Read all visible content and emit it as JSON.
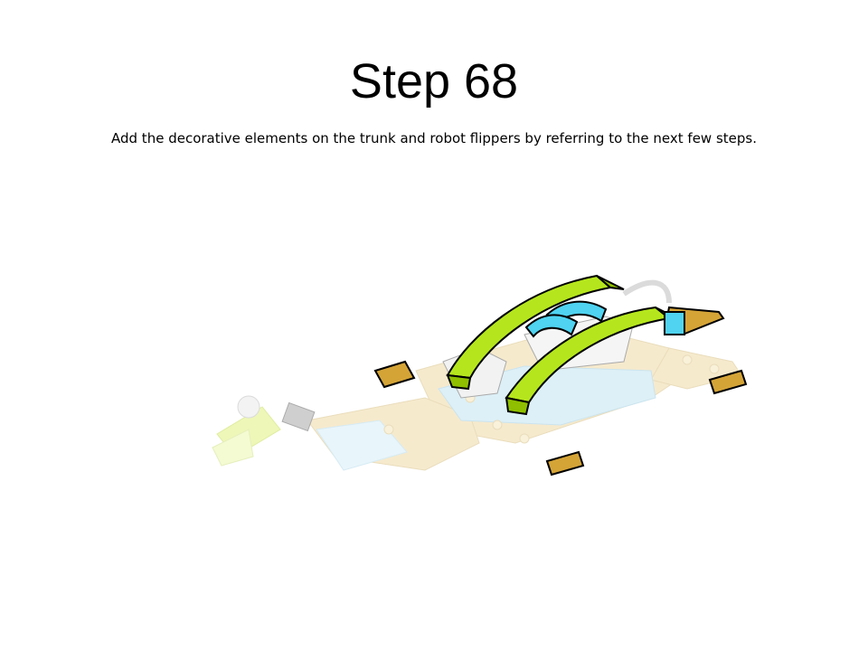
{
  "slide": {
    "title": "Step 68",
    "instruction": "Add the decorative elements on the trunk and robot flippers by referring  to the next few steps."
  },
  "illustration": {
    "subject": "lego-robot-model",
    "colors": {
      "lime": "#b5e61d",
      "lime_dark": "#8fbf00",
      "cyan": "#4fd3f0",
      "tan": "#f3e2b8",
      "pale_blue": "#cfeaf5",
      "gold": "#d4a437",
      "gray": "#d9d9d9",
      "outline": "#000000"
    }
  }
}
